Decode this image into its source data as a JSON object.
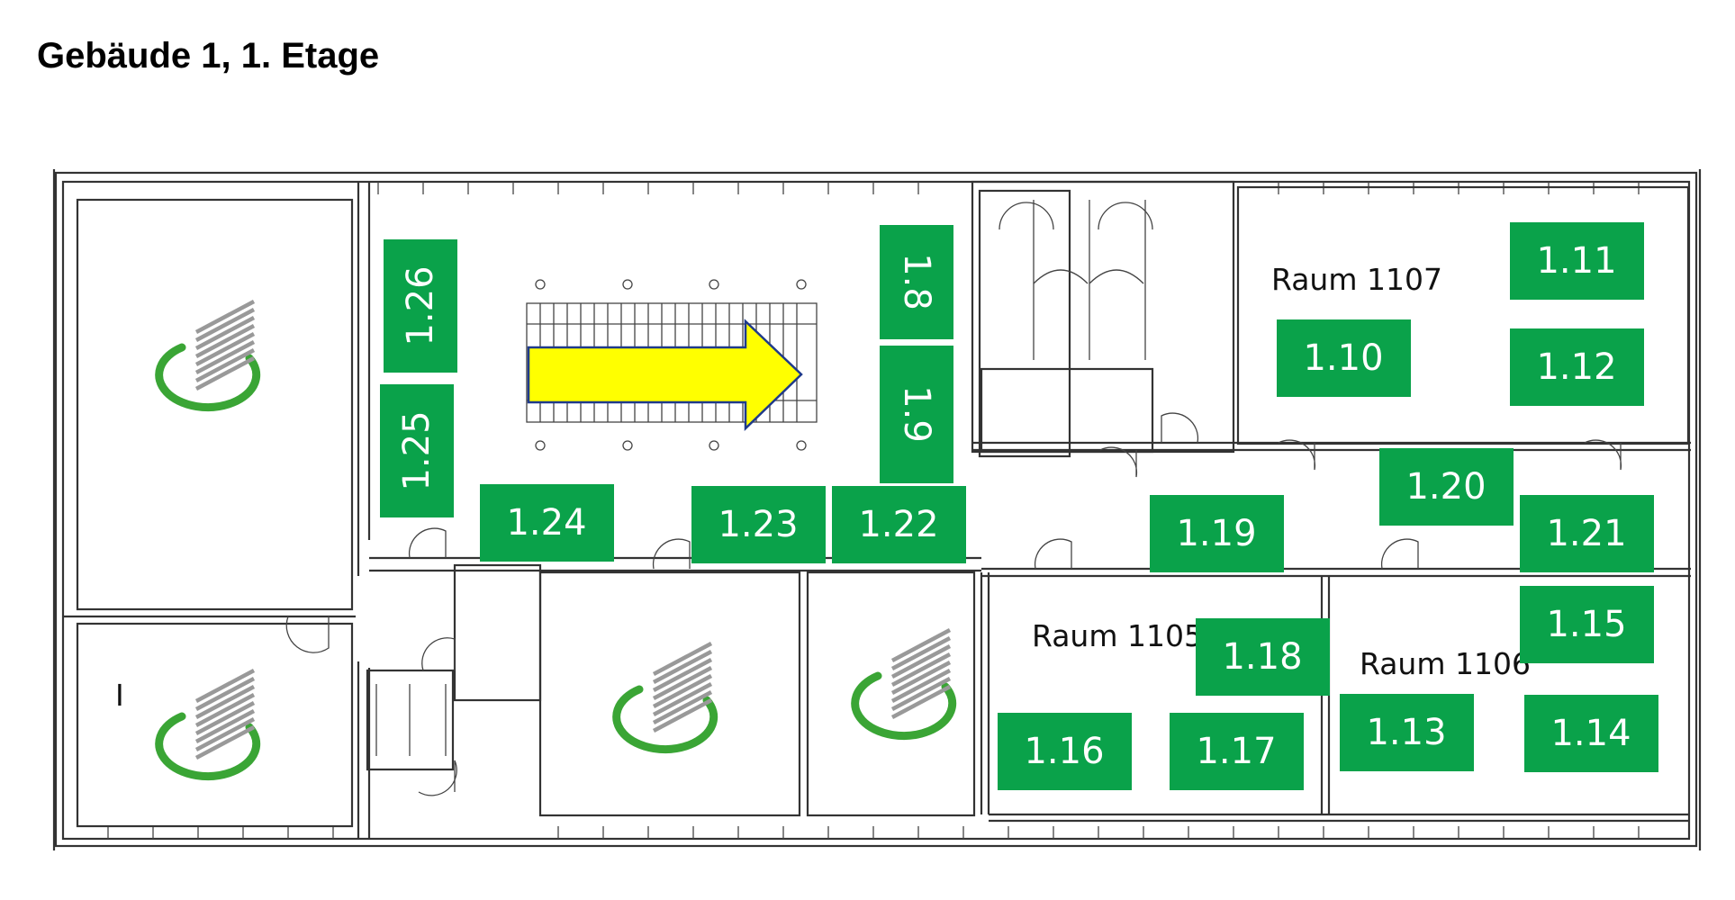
{
  "title": "Gebäude 1, 1. Etage",
  "colors": {
    "desk": "#0aa24a",
    "desk_text": "#ffffff",
    "arrow_fill": "#ffff00",
    "arrow_outline": "#1f3a8a",
    "logo_ring": "#3aa535",
    "logo_lines": "#999999",
    "walls": "#333333"
  },
  "arrow": {
    "direction": "right"
  },
  "logo_icon": "company-logo-icon",
  "rooms": [
    {
      "id": "1105",
      "label": "Raum 1105"
    },
    {
      "id": "1106",
      "label": "Raum 1106"
    },
    {
      "id": "1107",
      "label": "Raum 1107"
    }
  ],
  "desks": [
    {
      "id": "1.8",
      "label": "1.8"
    },
    {
      "id": "1.9",
      "label": "1.9"
    },
    {
      "id": "1.10",
      "label": "1.10"
    },
    {
      "id": "1.11",
      "label": "1.11"
    },
    {
      "id": "1.12",
      "label": "1.12"
    },
    {
      "id": "1.13",
      "label": "1.13"
    },
    {
      "id": "1.14",
      "label": "1.14"
    },
    {
      "id": "1.15",
      "label": "1.15"
    },
    {
      "id": "1.16",
      "label": "1.16"
    },
    {
      "id": "1.17",
      "label": "1.17"
    },
    {
      "id": "1.18",
      "label": "1.18"
    },
    {
      "id": "1.19",
      "label": "1.19"
    },
    {
      "id": "1.20",
      "label": "1.20"
    },
    {
      "id": "1.21",
      "label": "1.21"
    },
    {
      "id": "1.22",
      "label": "1.22"
    },
    {
      "id": "1.23",
      "label": "1.23"
    },
    {
      "id": "1.24",
      "label": "1.24"
    },
    {
      "id": "1.25",
      "label": "1.25"
    },
    {
      "id": "1.26",
      "label": "1.26"
    }
  ],
  "small_mark": "I"
}
